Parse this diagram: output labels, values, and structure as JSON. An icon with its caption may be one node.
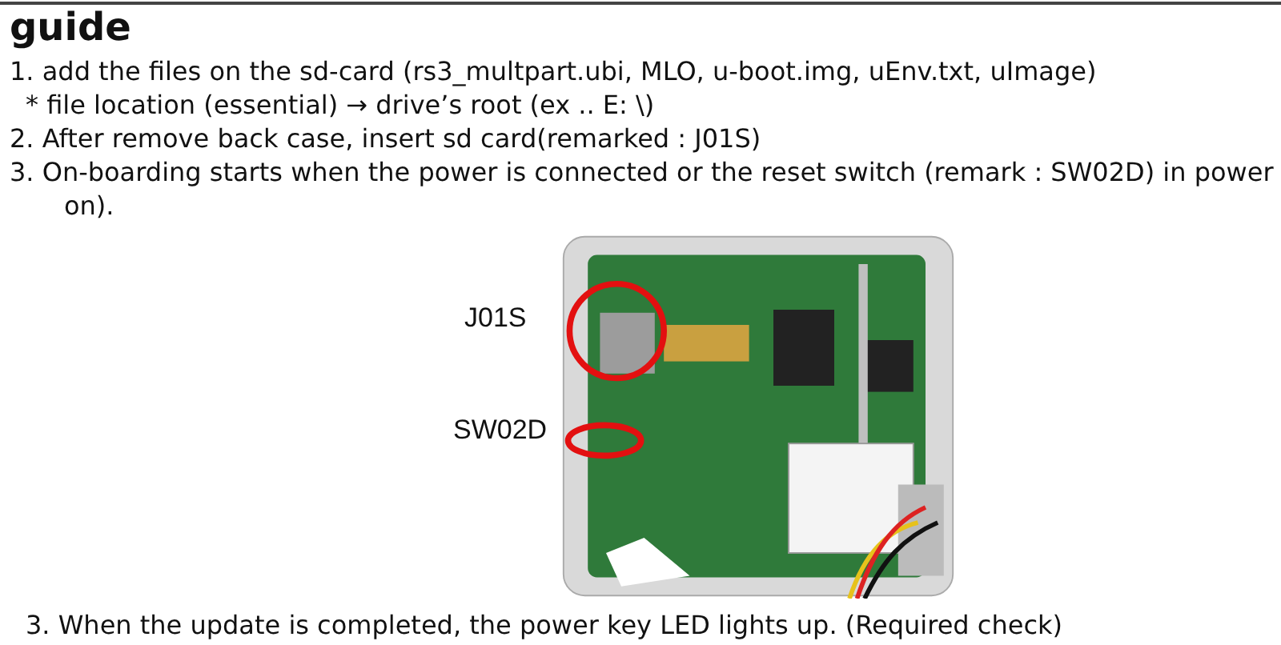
{
  "diagram": {
    "title": "guide",
    "labels": [
      "1. add the files on the sd-card (rs3_multpart.ubi, MLO, u-boot.img, uEnv.txt, uImage)",
      "* file location (essential) → drive’s root (ex .. E: \\)",
      "2. After remove back case, insert sd card(remarked : J01S)",
      "3. On-boarding starts when the power is connected or the reset switch (remark : SW02D) in power on).",
      "J01S",
      "SW02D",
      "3.  When the update is completed, the power key LED lights up. (Required check)"
    ]
  }
}
